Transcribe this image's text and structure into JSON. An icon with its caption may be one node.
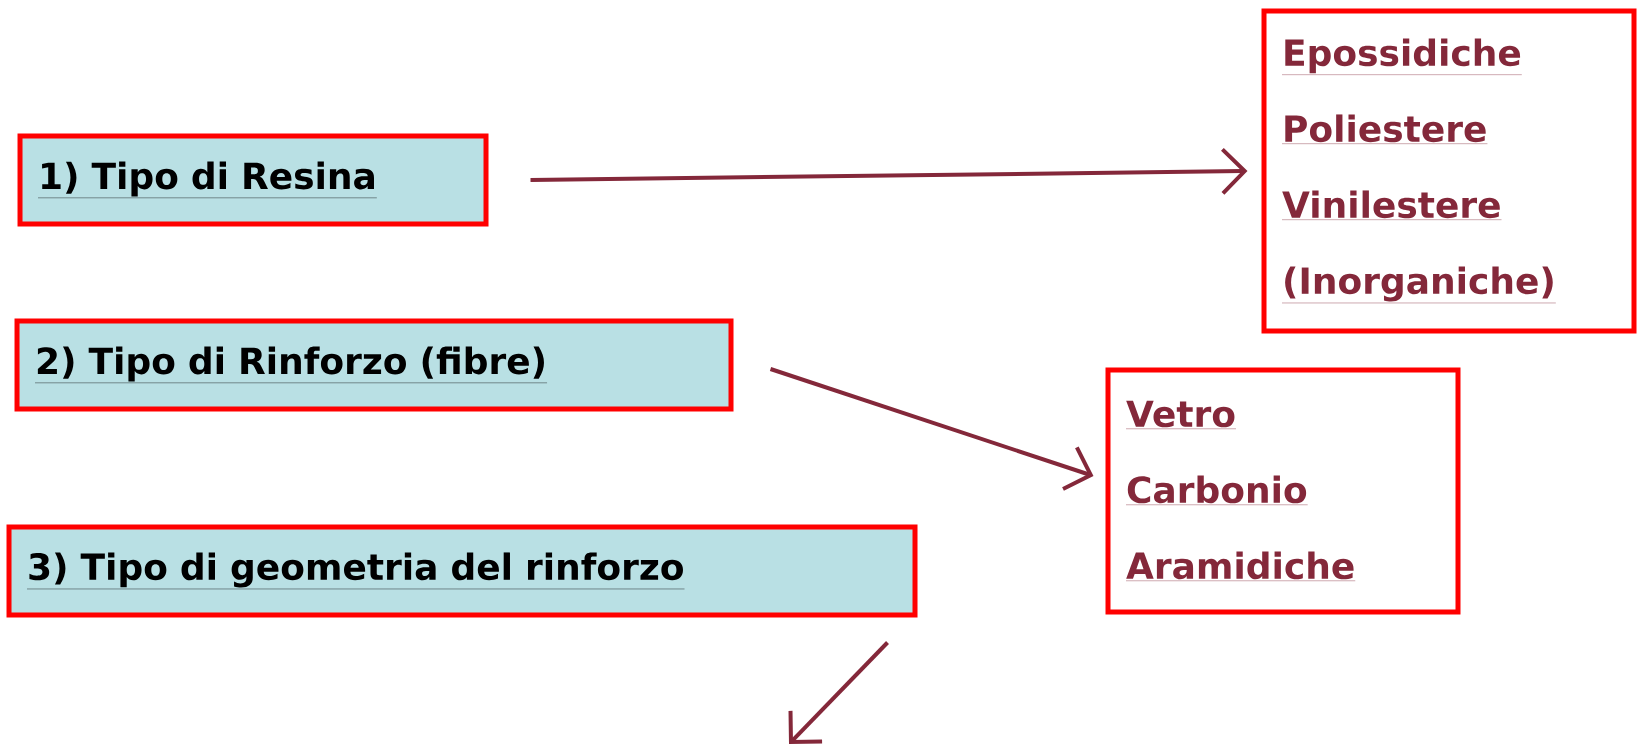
{
  "diagram": {
    "nodes": [
      {
        "text": [
          "1) Tipo di Resina"
        ]
      },
      {
        "text": [
          "2) Tipo di Rinforzo (fibre)"
        ]
      },
      {
        "text": [
          "3) Tipo di geometria del rinforzo"
        ]
      },
      {
        "text": [
          "Epossidiche",
          "Poliestere",
          "Vinilestere",
          "(Inorganiche)"
        ]
      },
      {
        "text": [
          "Vetro",
          "Carbonio",
          "Aramidiche"
        ]
      }
    ],
    "edges": [
      {
        "from": 0,
        "to": 3,
        "arrow": "to"
      },
      {
        "from": 1,
        "to": 4,
        "arrow": "to"
      },
      {
        "from": 2,
        "to": null,
        "arrow": "to"
      }
    ]
  }
}
